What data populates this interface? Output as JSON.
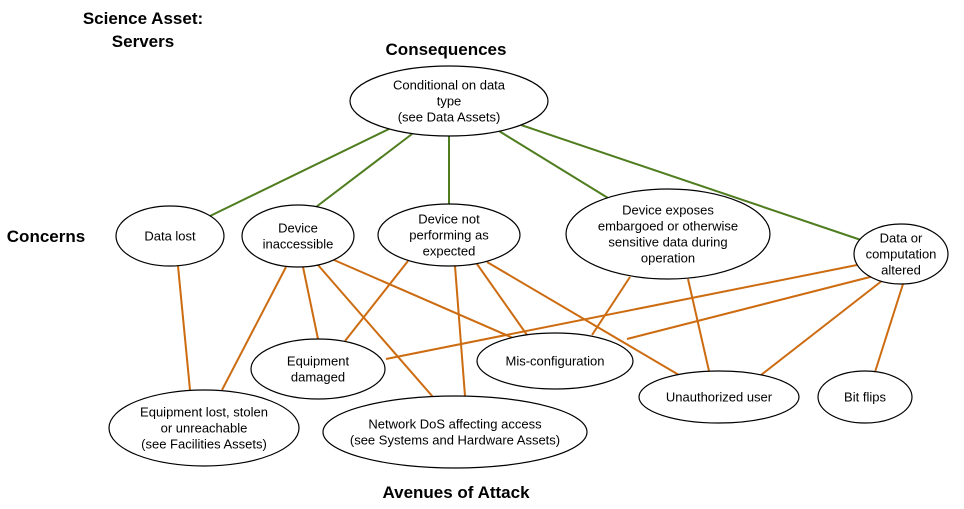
{
  "headings": {
    "asset_line1": "Science Asset:",
    "asset_line2": "Servers",
    "consequences": "Consequences",
    "concerns": "Concerns",
    "avenues": "Avenues of Attack"
  },
  "nodes": {
    "conditional": [
      "Conditional on data",
      "type",
      "(see Data Assets)"
    ],
    "data_lost": [
      "Data lost"
    ],
    "device_inaccessible": [
      "Device",
      "inaccessible"
    ],
    "device_not_performing": [
      "Device not",
      "performing as",
      "expected"
    ],
    "device_exposes": [
      "Device exposes",
      "embargoed or otherwise",
      "sensitive data during",
      "operation"
    ],
    "data_altered": [
      "Data or",
      "computation",
      "altered"
    ],
    "equipment_damaged": [
      "Equipment",
      "damaged"
    ],
    "misconfiguration": [
      "Mis-configuration"
    ],
    "unauthorized_user": [
      "Unauthorized user"
    ],
    "bit_flips": [
      "Bit flips"
    ],
    "equipment_lost": [
      "Equipment lost, stolen",
      "or unreachable",
      "(see Facilities Assets)"
    ],
    "network_dos": [
      "Network DoS affecting access",
      "(see Systems and Hardware Assets)"
    ]
  },
  "colors": {
    "consequence_edge": "#4f7d1f",
    "attack_edge": "#cc6b10"
  },
  "edges_consequence": [
    [
      "conditional",
      "data_lost"
    ],
    [
      "conditional",
      "device_inaccessible"
    ],
    [
      "conditional",
      "device_not_performing"
    ],
    [
      "conditional",
      "device_exposes"
    ],
    [
      "conditional",
      "data_altered"
    ]
  ],
  "edges_attack": [
    [
      "data_lost",
      "equipment_lost"
    ],
    [
      "device_inaccessible",
      "equipment_lost"
    ],
    [
      "device_inaccessible",
      "equipment_damaged"
    ],
    [
      "device_inaccessible",
      "network_dos"
    ],
    [
      "device_inaccessible",
      "misconfiguration"
    ],
    [
      "device_not_performing",
      "equipment_damaged"
    ],
    [
      "device_not_performing",
      "network_dos"
    ],
    [
      "device_not_performing",
      "misconfiguration"
    ],
    [
      "device_not_performing",
      "unauthorized_user"
    ],
    [
      "device_exposes",
      "misconfiguration"
    ],
    [
      "device_exposes",
      "unauthorized_user"
    ],
    [
      "data_altered",
      "equipment_damaged"
    ],
    [
      "data_altered",
      "misconfiguration"
    ],
    [
      "data_altered",
      "unauthorized_user"
    ],
    [
      "data_altered",
      "bit_flips"
    ]
  ]
}
